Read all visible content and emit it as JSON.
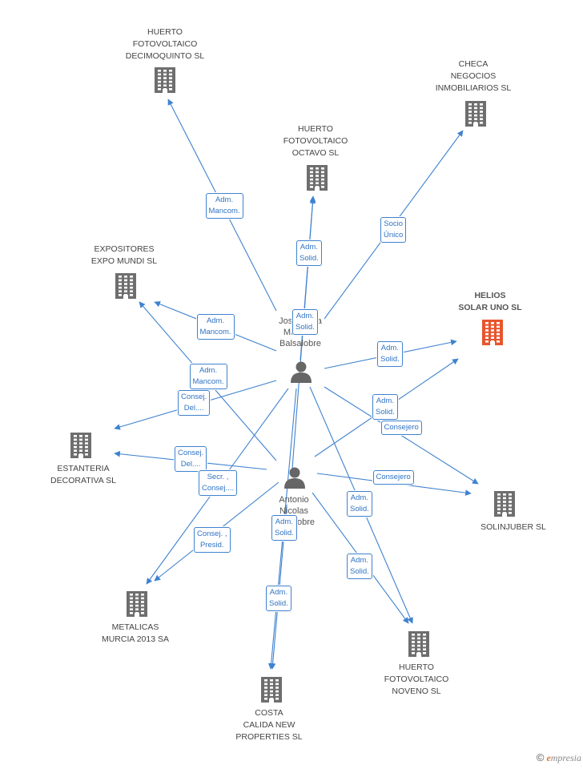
{
  "colors": {
    "edge": "#3f82cf",
    "building": "#6e6e6e",
    "building_highlight": "#e8552d",
    "person": "#666666"
  },
  "companies": [
    {
      "id": "huerto15",
      "label": "HUERTO\nFOTOVOLTAICO\nDECIMOQUINTO SL",
      "icon": "building-icon"
    },
    {
      "id": "checa",
      "label": "CHECA\nNEGOCIOS\nINMOBILIARIOS SL",
      "icon": "building-icon"
    },
    {
      "id": "huerto8",
      "label": "HUERTO\nFOTOVOLTAICO\nOCTAVO  SL",
      "icon": "building-icon"
    },
    {
      "id": "expositores",
      "label": "EXPOSITORES\nEXPO MUNDI SL",
      "icon": "building-icon"
    },
    {
      "id": "helios",
      "label": "HELIOS\nSOLAR UNO SL",
      "icon": "building-icon",
      "highlight": true
    },
    {
      "id": "estanteria",
      "label": "ESTANTERIA\nDECORATIVA SL",
      "icon": "building-icon"
    },
    {
      "id": "solinjuber",
      "label": "SOLINJUBER SL",
      "icon": "building-icon"
    },
    {
      "id": "metalicas",
      "label": "METALICAS\nMURCIA 2013 SA",
      "icon": "building-icon"
    },
    {
      "id": "huerto9",
      "label": "HUERTO\nFOTOVOLTAICO\nNOVENO  SL",
      "icon": "building-icon"
    },
    {
      "id": "costa",
      "label": "COSTA\nCALIDA NEW\nPROPERTIES SL",
      "icon": "building-icon"
    }
  ],
  "persons": [
    {
      "id": "jose",
      "label": "Jose Maria\nMartinez\nBalsalobre",
      "icon": "person-icon"
    },
    {
      "id": "antonio",
      "label": "Antonio\nNicolas\nBalsalobre",
      "icon": "person-icon"
    }
  ],
  "edges": [
    {
      "from": "jose",
      "to": "huerto15",
      "label": "Adm.\nMancom."
    },
    {
      "from": "jose",
      "to": "huerto8",
      "label": "Adm.\nSolid."
    },
    {
      "from": "jose",
      "to": "checa",
      "label": "Socio\nÚnico"
    },
    {
      "from": "jose",
      "to": "expositores",
      "label": "Adm.\nMancom."
    },
    {
      "from": "jose",
      "to": "helios",
      "label": "Adm.\nSolid."
    },
    {
      "from": "jose",
      "to": "estanteria",
      "label": "Consej.\nDel...."
    },
    {
      "from": "jose",
      "to": "solinjuber",
      "label": "Consejero"
    },
    {
      "from": "jose",
      "to": "huerto9",
      "label": "Adm.\nSolid."
    },
    {
      "from": "jose",
      "to": "costa",
      "label": "Adm.\nSolid."
    },
    {
      "from": "jose",
      "to": "metalicas",
      "label": "Consej. ,\nPresid."
    },
    {
      "from": "antonio",
      "to": "huerto8",
      "label": "Adm.\nSolid."
    },
    {
      "from": "antonio",
      "to": "expositores",
      "label": "Adm.\nMancom."
    },
    {
      "from": "antonio",
      "to": "helios",
      "label": "Adm.\nSolid."
    },
    {
      "from": "antonio",
      "to": "estanteria",
      "label": "Consej.\nDel...."
    },
    {
      "from": "antonio",
      "to": "solinjuber",
      "label": "Consejero"
    },
    {
      "from": "antonio",
      "to": "metalicas",
      "label": "Secr. ,\nConsej...."
    },
    {
      "from": "antonio",
      "to": "huerto9",
      "label": "Adm.\nSolid."
    },
    {
      "from": "antonio",
      "to": "costa",
      "label": "Adm.\nSolid."
    }
  ],
  "footer": {
    "copyright": "©",
    "brand_first": "e",
    "brand_rest": "mpresia"
  }
}
